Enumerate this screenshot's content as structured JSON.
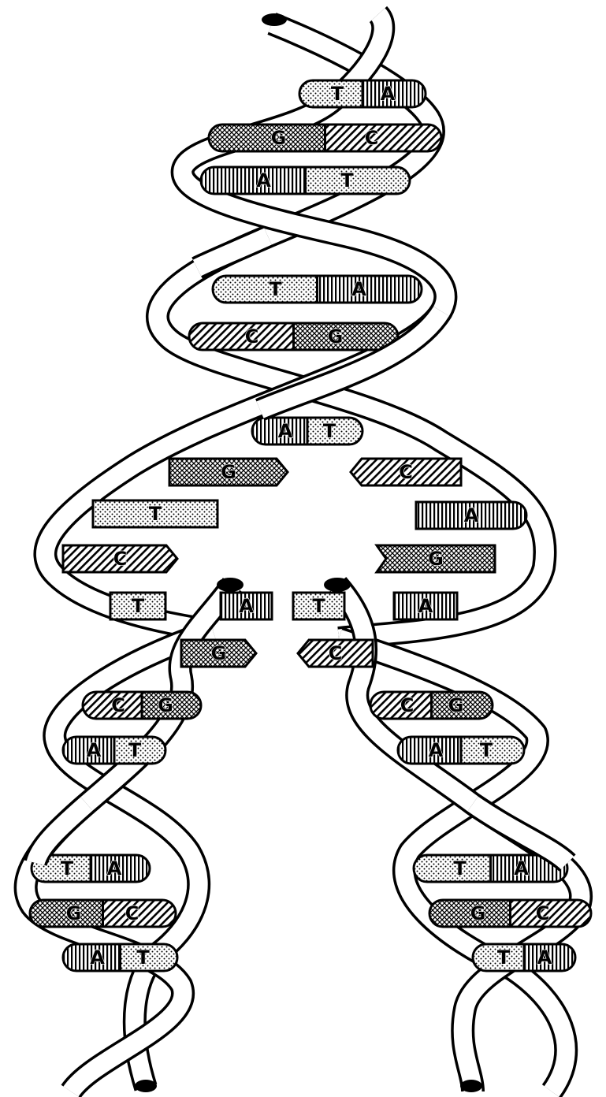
{
  "figure": {
    "colors": {
      "ink": "#000000",
      "paper": "#ffffff"
    },
    "base_fill_patterns": {
      "A": "vertical-stripes",
      "T": "dots",
      "G": "crosshatch",
      "C": "diagonal-stripes"
    },
    "parent_helix": {
      "base_pairs": [
        {
          "left": "T",
          "right": "A"
        },
        {
          "left": "G",
          "right": "C"
        },
        {
          "left": "A",
          "right": "T"
        },
        {
          "left": "T",
          "right": "A"
        },
        {
          "left": "C",
          "right": "G"
        },
        {
          "left": "A",
          "right": "T"
        }
      ]
    },
    "unpaired_bases": {
      "left_strand": [
        "G",
        "T",
        "C",
        "T",
        "G"
      ],
      "right_strand": [
        "C",
        "A",
        "G",
        "A",
        "C"
      ],
      "split_pair": {
        "left": "A",
        "right": "T"
      }
    },
    "daughter_helix_left": {
      "base_pairs": [
        {
          "left": "C",
          "right": "G"
        },
        {
          "left": "A",
          "right": "T"
        },
        {
          "left": "T",
          "right": "A"
        },
        {
          "left": "G",
          "right": "C"
        },
        {
          "left": "A",
          "right": "T"
        }
      ]
    },
    "daughter_helix_right": {
      "base_pairs": [
        {
          "left": "C",
          "right": "G"
        },
        {
          "left": "A",
          "right": "T"
        },
        {
          "left": "T",
          "right": "A"
        },
        {
          "left": "G",
          "right": "C"
        },
        {
          "left": "T",
          "right": "A"
        }
      ]
    }
  }
}
